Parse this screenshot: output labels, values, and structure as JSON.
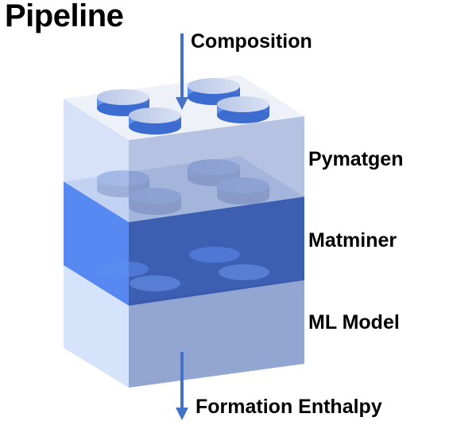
{
  "title": "Pipeline",
  "input_label": "Composition",
  "output_label": "Formation Enthalpy",
  "layers": [
    {
      "name": "Pymatgen"
    },
    {
      "name": "Matminer"
    },
    {
      "name": "ML Model"
    }
  ],
  "colors": {
    "top_block_front": "#e9eef8",
    "top_block_side": "#aab9d9",
    "middle_block_front": "#3f6fe0",
    "middle_block_side": "#2d4f9e",
    "bottom_block_front": "#cfe0fb",
    "bottom_block_side": "#93a7d3",
    "arrow": "#4472c4",
    "stud": "#4a7bdc"
  }
}
